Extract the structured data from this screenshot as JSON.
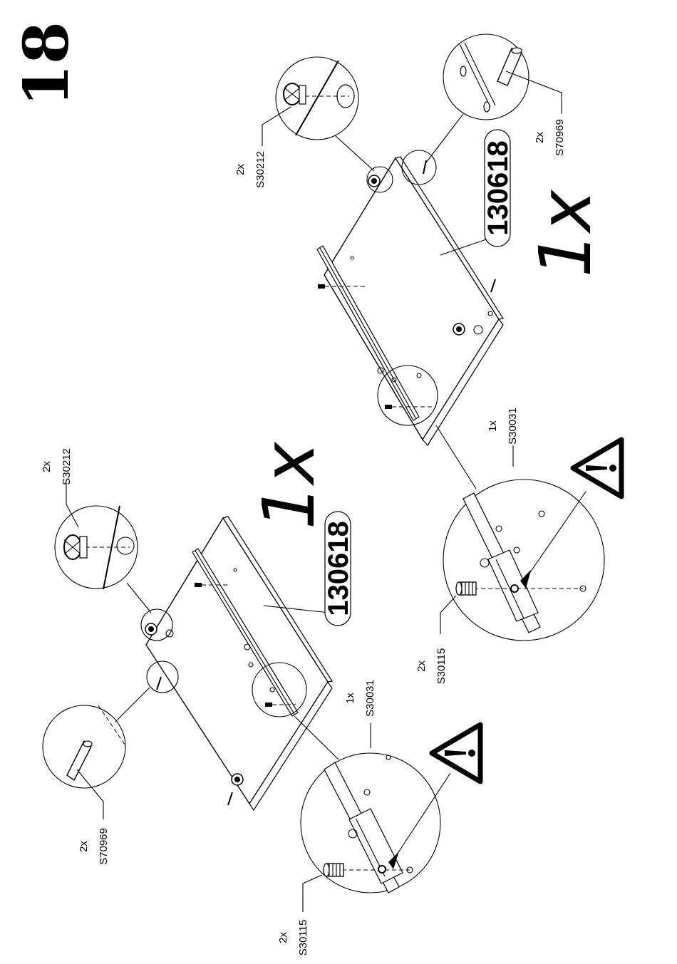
{
  "step": {
    "number": "18"
  },
  "assemblies": [
    {
      "part_number": "130618",
      "quantity": "1x",
      "callouts": {
        "cam_lock": {
          "qty": "2x",
          "code": "S30212"
        },
        "dowel": {
          "qty": "2x",
          "code": "S70969"
        },
        "rail": {
          "qty": "1x",
          "code": "S30031"
        },
        "screw": {
          "qty": "2x",
          "code": "S30115"
        }
      }
    },
    {
      "part_number": "130618",
      "quantity": "1x",
      "callouts": {
        "cam_lock": {
          "qty": "2x",
          "code": "S30212"
        },
        "dowel": {
          "qty": "2x",
          "code": "S70969"
        },
        "rail": {
          "qty": "1x",
          "code": "S30031"
        },
        "screw": {
          "qty": "2x",
          "code": "S30115"
        }
      }
    }
  ],
  "icons": [
    "warning-triangle-icon",
    "cam-lock-icon",
    "dowel-icon",
    "screw-icon",
    "drawer-rail-icon"
  ]
}
